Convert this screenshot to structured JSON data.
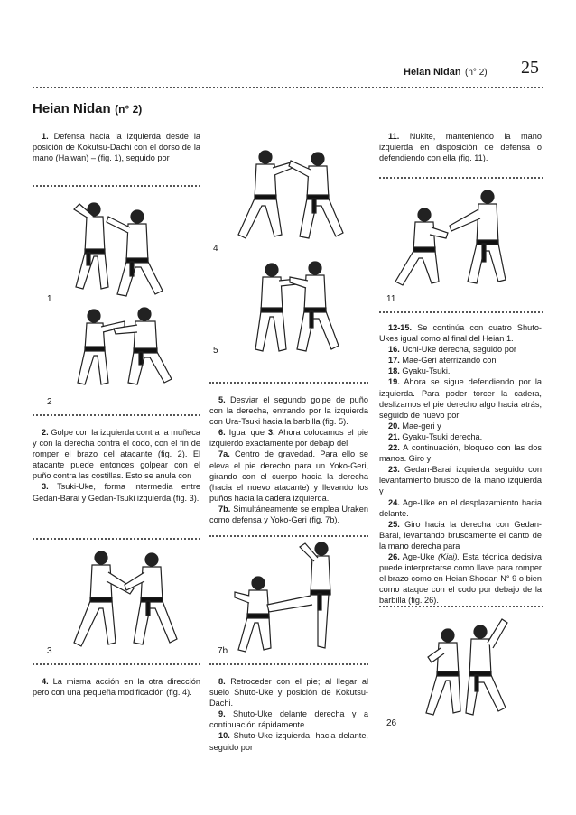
{
  "header": {
    "title": "Heian Nidan",
    "subtitle": "(n° 2)",
    "page_number": "25"
  },
  "section_title": {
    "main": "Heian Nidan",
    "sub": "(n° 2)"
  },
  "col1": {
    "intro": {
      "n": "1.",
      "text": " Defensa hacia la izquierda desde la posición de Kokutsu-Dachi con el dorso de la mano (Haiwan) – (fig. 1), seguido por"
    },
    "fig1_label": "1",
    "fig2_label": "2",
    "p2": {
      "n": "2.",
      "text": " Golpe con la izquierda contra la muñeca y con la derecha contra el codo, con el fin de romper el brazo del atacante (fig. 2). El atacante puede entonces golpear con el puño contra las costillas. Esto se anula con"
    },
    "p3": {
      "n": "3.",
      "text": " Tsuki-Uke, forma intermedia entre Gedan-Barai y Gedan-Tsuki izquierda (fig. 3)."
    },
    "fig3_label": "3",
    "p4": {
      "n": "4.",
      "text": " La misma acción en la otra dirección pero con una pequeña modificación (fig. 4)."
    }
  },
  "col2": {
    "fig4_label": "4",
    "fig5_label": "5",
    "p5": {
      "n": "5.",
      "text": " Desviar el segundo golpe de puño con la derecha, entrando por la izquierda con Ura-Tsuki hacia la barbilla (fig. 5)."
    },
    "p6": {
      "n": "6.",
      "text": " Igual que ",
      "n2": "3.",
      "text2": " Ahora colocamos el pie izquierdo exactamente por debajo del"
    },
    "p7a": {
      "n": "7a.",
      "text": " Centro de gravedad. Para ello se eleva el pie derecho para un Yoko-Geri, girando con el cuerpo hacia la derecha (hacia el nuevo atacante) y llevando los puños hacia la cadera izquierda."
    },
    "p7b": {
      "n": "7b.",
      "text": " Simultáneamente se emplea Uraken como defensa y Yoko-Geri (fig. 7b)."
    },
    "fig7b_label": "7b",
    "p8": {
      "n": "8.",
      "text": " Retroceder con el pie; al llegar al suelo Shuto-Uke y posición de Kokutsu-Dachi."
    },
    "p9": {
      "n": "9.",
      "text": " Shuto-Uke delante derecha y a continuación rápidamente"
    },
    "p10": {
      "n": "10.",
      "text": " Shuto-Uke izquierda, hacia delante, seguido por"
    }
  },
  "col3": {
    "p11": {
      "n": "11.",
      "text": " Nukite, manteniendo la mano izquierda en disposición de defensa o defendiendo con ella (fig. 11)."
    },
    "fig11_label": "11",
    "p12": {
      "n": "12-15.",
      "text": " Se continúa con cuatro Shuto-Ukes igual como al final del Heian 1."
    },
    "p16": {
      "n": "16.",
      "text": " Uchi-Uke derecha, seguido por"
    },
    "p17": {
      "n": "17.",
      "text": " Mae-Geri aterrizando con"
    },
    "p18": {
      "n": "18.",
      "text": " Gyaku-Tsuki."
    },
    "p19": {
      "n": "19.",
      "text": " Ahora se sigue defendiendo por la izquierda. Para poder torcer la cadera, deslizamos el pie derecho algo hacia atrás, seguido de nuevo por"
    },
    "p20": {
      "n": "20.",
      "text": " Mae-geri y"
    },
    "p21": {
      "n": "21.",
      "text": " Gyaku-Tsuki derecha."
    },
    "p22": {
      "n": "22.",
      "text": " A continuación, bloqueo con las dos manos. Giro y"
    },
    "p23": {
      "n": "23.",
      "text": " Gedan-Barai izquierda seguido con levantamiento brusco de la mano izquierda y"
    },
    "p24": {
      "n": "24.",
      "text": " Age-Uke en el desplazamiento hacia delante."
    },
    "p25": {
      "n": "25.",
      "text": " Giro hacia la derecha con Gedan-Barai, levantando bruscamente el canto de la mano derecha para"
    },
    "p26": {
      "n": "26.",
      "text": " Age-Uke ",
      "kiai": "(Kiai).",
      "text2": " Esta técnica decisiva puede interpretarse como llave para romper el brazo como en Heian Shodan N° 9 o bien como ataque con el codo por debajo de la barbilla (fig. 26)."
    },
    "fig26_label": "26"
  }
}
